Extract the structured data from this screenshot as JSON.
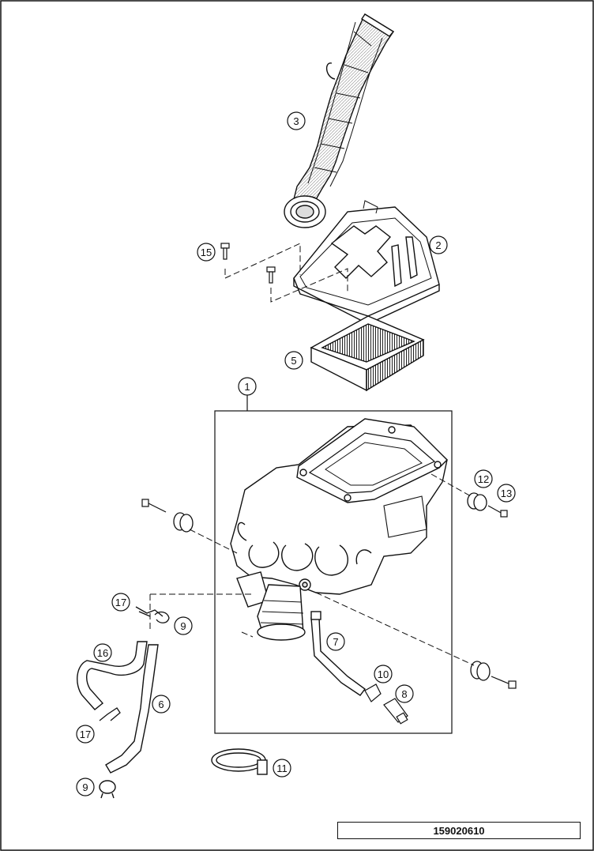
{
  "diagram_code": "159020610",
  "callouts": [
    {
      "id": "c1",
      "label": "1"
    },
    {
      "id": "c2",
      "label": "2"
    },
    {
      "id": "c3",
      "label": "3"
    },
    {
      "id": "c5",
      "label": "5"
    },
    {
      "id": "c6",
      "label": "6"
    },
    {
      "id": "c7",
      "label": "7"
    },
    {
      "id": "c8",
      "label": "8"
    },
    {
      "id": "c9a",
      "label": "9"
    },
    {
      "id": "c9b",
      "label": "9"
    },
    {
      "id": "c10",
      "label": "10"
    },
    {
      "id": "c11",
      "label": "11"
    },
    {
      "id": "c12",
      "label": "12"
    },
    {
      "id": "c13",
      "label": "13"
    },
    {
      "id": "c15",
      "label": "15"
    },
    {
      "id": "c16",
      "label": "16"
    },
    {
      "id": "c17a",
      "label": "17"
    },
    {
      "id": "c17b",
      "label": "17"
    }
  ]
}
